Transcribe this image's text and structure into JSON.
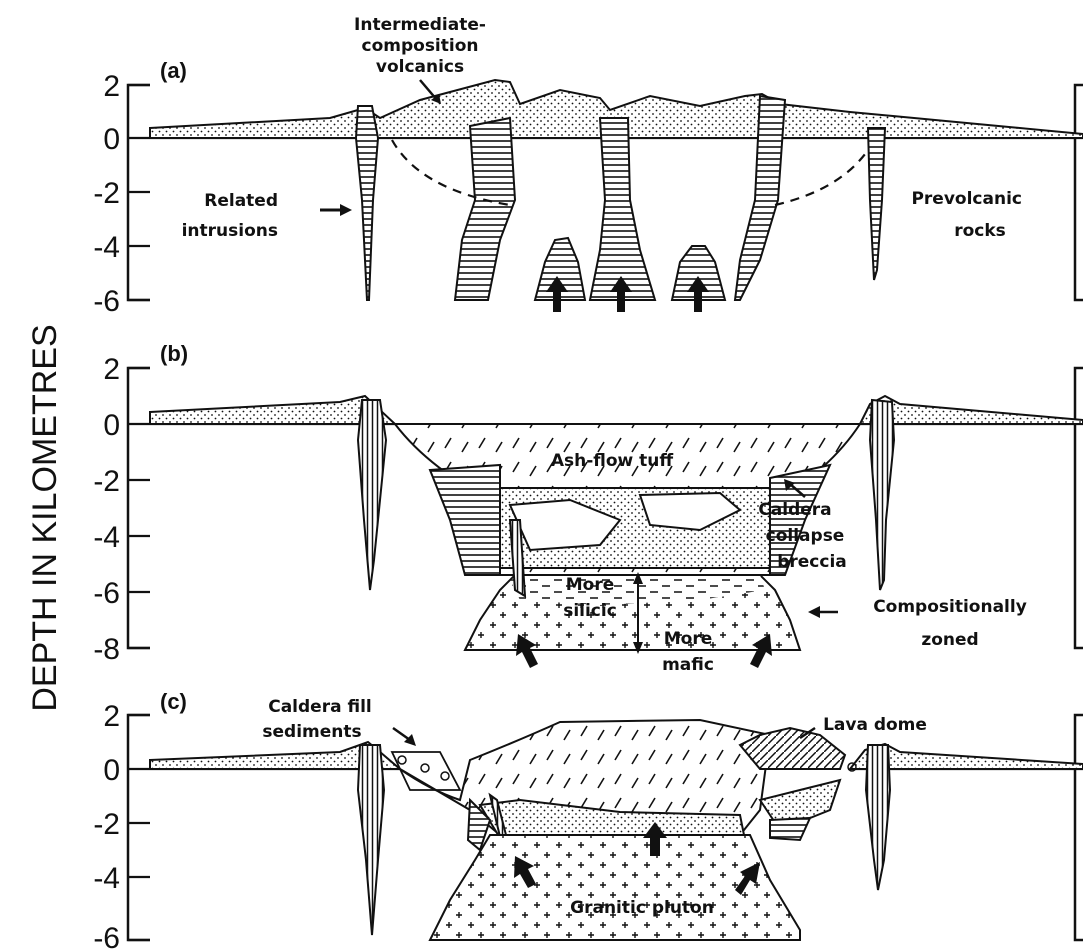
{
  "y_axis_label": "DEPTH IN KILOMETRES",
  "panels": [
    {
      "label": "(a)",
      "ticks": [
        "2",
        "0",
        "-2",
        "-4",
        "-6"
      ],
      "labels": {
        "volcanics_1": "Intermediate-",
        "volcanics_2": "composition",
        "volcanics_3": "volcanics",
        "intrusions_1": "Related",
        "intrusions_2": "intrusions",
        "prevolcanic_1": "Prevolcanic",
        "prevolcanic_2": "rocks"
      }
    },
    {
      "label": "(b)",
      "ticks": [
        "2",
        "0",
        "-2",
        "-4",
        "-6",
        "-8"
      ],
      "labels": {
        "tuff": "Ash-flow tuff",
        "caldera_1": "Caldera",
        "caldera_2": "collapse",
        "caldera_3": "breccia",
        "silicic_1": "More",
        "silicic_2": "silicic",
        "mafic_1": "More",
        "mafic_2": "mafic",
        "zoned_1": "Compositionally",
        "zoned_2": "zoned"
      }
    },
    {
      "label": "(c)",
      "ticks": [
        "2",
        "0",
        "-2",
        "-4",
        "-6"
      ],
      "labels": {
        "fill_1": "Caldera fill",
        "fill_2": "sediments",
        "dome": "Lava dome",
        "pluton": "Granitic pluton"
      }
    }
  ]
}
